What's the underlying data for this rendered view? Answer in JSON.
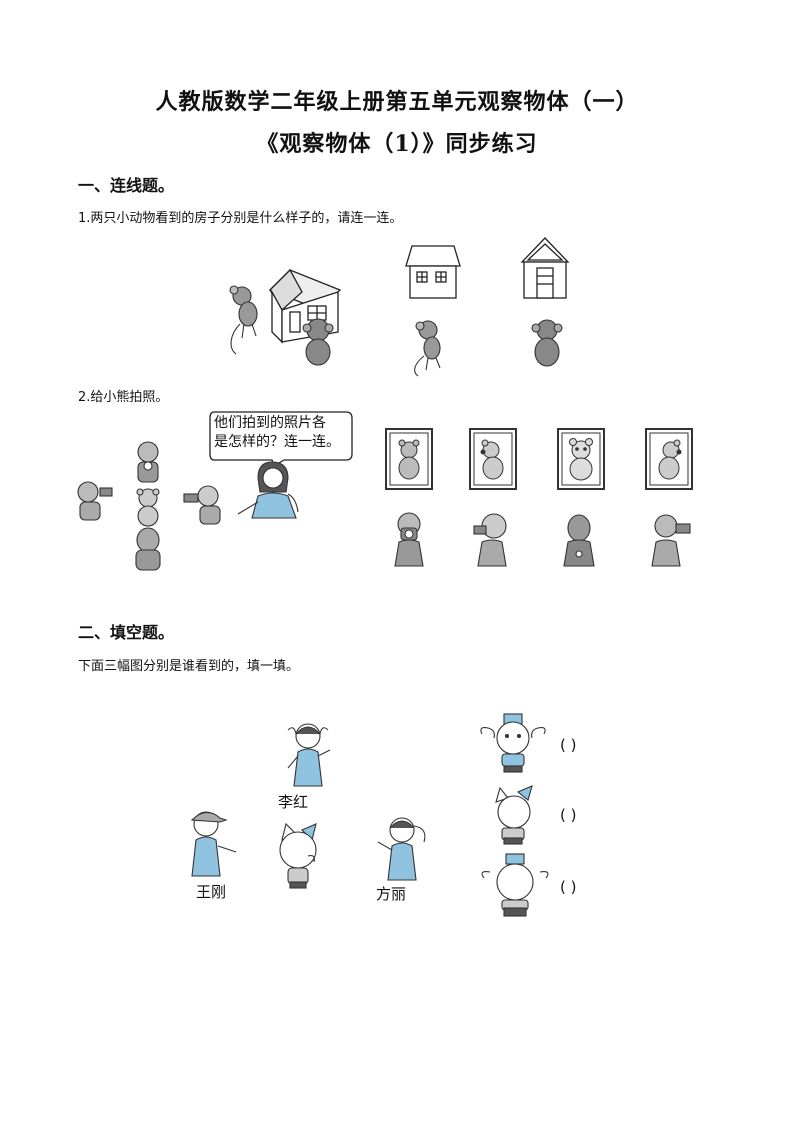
{
  "title": {
    "line1": "人教版数学二年级上册第五单元观察物体（一）",
    "line2": "《观察物体（1）》同步练习"
  },
  "section1": {
    "heading": "一、连线题。",
    "q1": "1.两只小动物看到的房子分别是什么样子的，请连一连。",
    "q2": "2.给小熊拍照。",
    "speech_line1": "他们拍到的照片各",
    "speech_line2": "是怎样的？连一连。"
  },
  "section2": {
    "heading": "二、填空题。",
    "instruction": "下面三幅图分别是谁看到的，填一填。",
    "names": [
      "李红",
      "王刚",
      "方丽"
    ],
    "blanks": [
      "(    )",
      "(    )",
      "(    )"
    ]
  },
  "colors": {
    "accent_blue": "#8fc3df",
    "gray": "#8a8a8a"
  }
}
